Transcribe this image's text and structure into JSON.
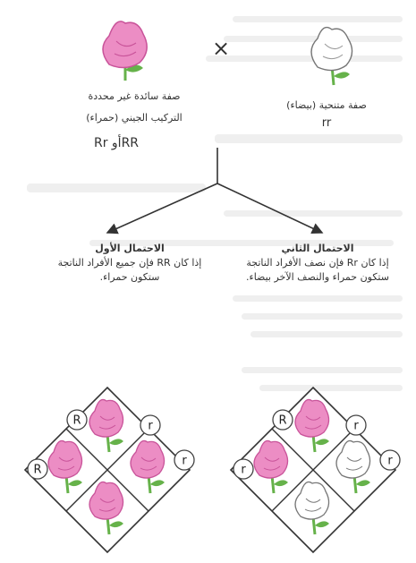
{
  "cross_symbol": "×",
  "parent_left": {
    "trait": "صفة سائدة غير محددة",
    "trait_line2": "التركيب الجيني (حمراء)",
    "genotype": "RRأو Rr",
    "flower_color": "#e98ac2"
  },
  "parent_right": {
    "trait": "صفة متنحية (بيضاء)",
    "genotype": "rr",
    "flower_color": "#ffffff"
  },
  "possibility_one": {
    "title": "الاحتمال الأول",
    "line1": "إذا كان RR فإن جميع الأفراد الناتجة",
    "line2": "ستكون حمراء."
  },
  "possibility_two": {
    "title": "الاحتمال الثاني",
    "line1": "إذا كان Rr فإن نصف الأفراد الناتجة",
    "line2": "ستكون حمراء والنصف الآخر بيضاء."
  },
  "punnett_left": {
    "top_alleles": [
      "R",
      "r"
    ],
    "side_alleles": [
      "R",
      "r"
    ],
    "offspring": [
      "red",
      "red",
      "red",
      "red"
    ]
  },
  "punnett_right": {
    "top_alleles": [
      "R",
      "r"
    ],
    "side_alleles": [
      "r",
      "r"
    ],
    "offspring": [
      "red",
      "white",
      "red",
      "white"
    ]
  },
  "colors": {
    "red_petal": "#ec8dc4",
    "red_petal_shade": "#c9549a",
    "white_petal": "#ffffff",
    "leaf": "#66b24a",
    "line": "#333333"
  }
}
